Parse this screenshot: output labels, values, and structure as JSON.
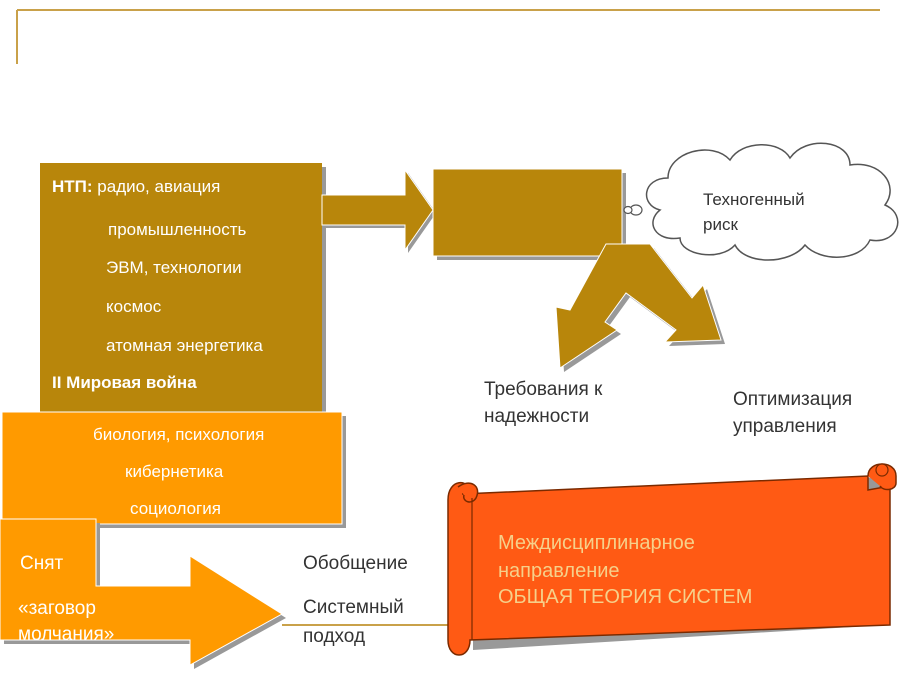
{
  "colors": {
    "dark_gold": "#b8860b",
    "orange": "#ff9a00",
    "scroll_red": "#ff5a14",
    "accent_line": "#c9a14a"
  },
  "ntp_box": {
    "heading": "НТП:",
    "items": [
      "радио, авиация",
      "промышленность",
      "ЭВМ, технологии",
      "космос",
      "атомная энергетика"
    ],
    "war": "II Мировая война"
  },
  "sciences_box": {
    "items": [
      "биология, психология",
      "кибернетика",
      "социология"
    ]
  },
  "arrow_box": {
    "line1": "Снят",
    "line2": "«заговор",
    "line3": "молчания»"
  },
  "cloud": {
    "line1": "Техногенный",
    "line2": "риск"
  },
  "outcomes": {
    "reliability_line1": "Требования к",
    "reliability_line2": "надежности",
    "optimization_line1": "Оптимизация",
    "optimization_line2": "управления"
  },
  "generalization": {
    "line1": "Обобщение",
    "line2": "Системный",
    "line3": "подход"
  },
  "scroll": {
    "line1": "Междисциплинарное",
    "line2": "направление",
    "line3": "ОБЩАЯ ТЕОРИЯ СИСТЕМ"
  }
}
